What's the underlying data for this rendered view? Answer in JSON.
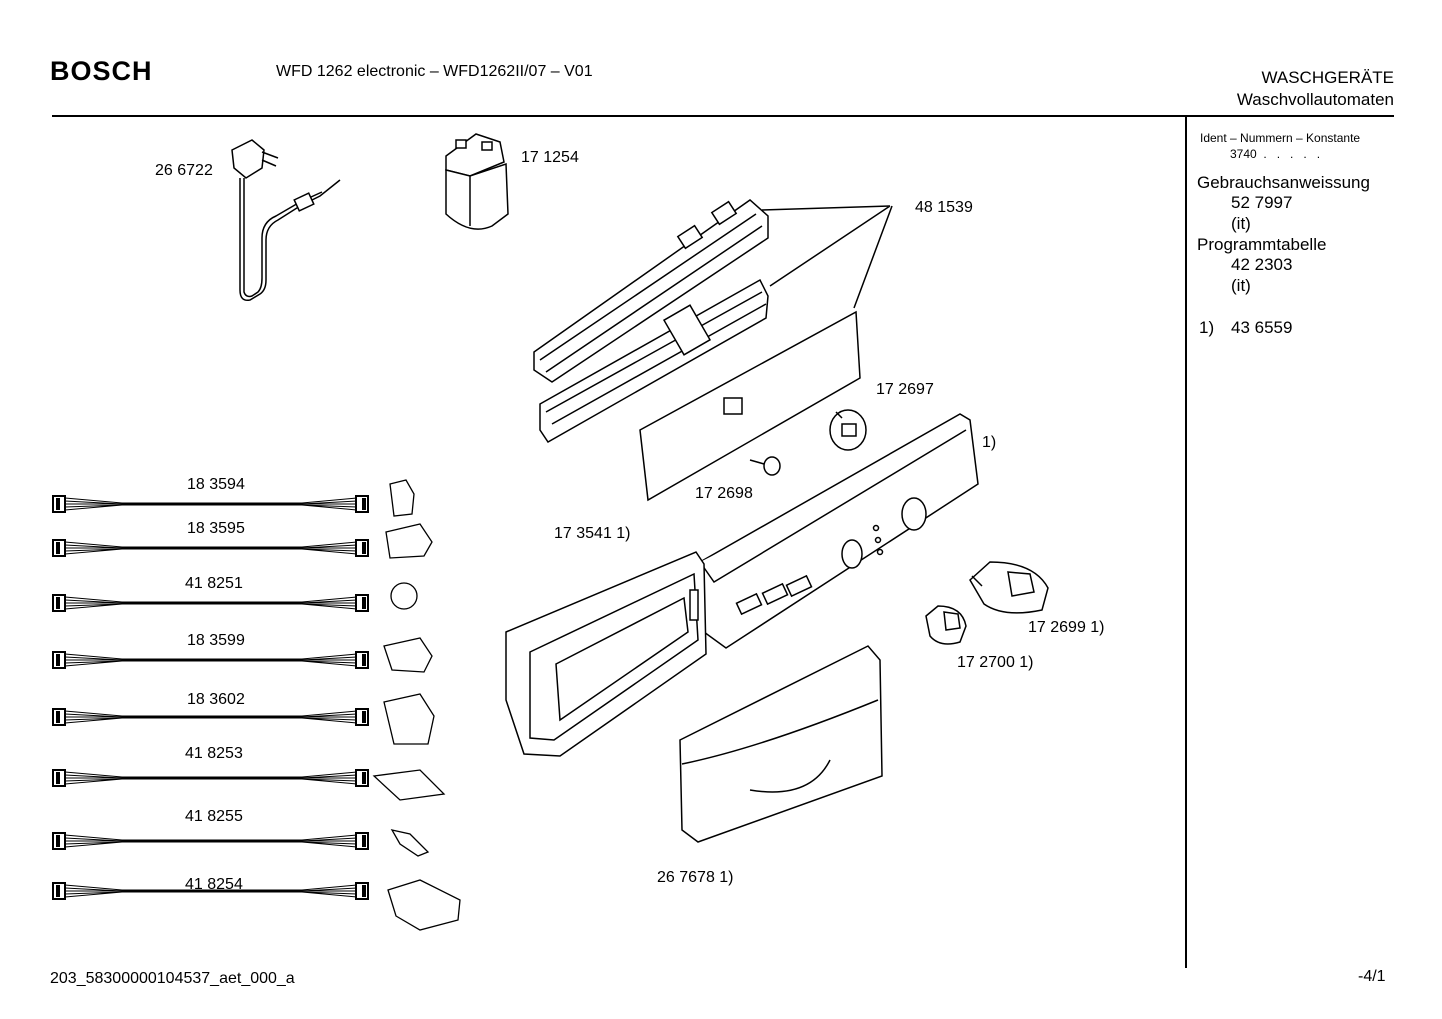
{
  "header": {
    "brand": "BOSCH",
    "model": "WFD 1262 electronic – WFD1262II/07 – V01",
    "category_line1": "WASCHGERÄTE",
    "category_line2": "Waschvollautomaten"
  },
  "sidebar": {
    "ident_label": "Ident – Nummern – Konstante",
    "ident_value": "3740  .   .   .   .   .",
    "manual_label": "Gebrauchsanweissung",
    "manual_number": "52 7997",
    "manual_lang": "(it)",
    "program_label": "Programmtabelle",
    "program_number": "42 2303",
    "program_lang": "(it)",
    "note_marker": "1)",
    "note_number": "43 6559"
  },
  "parts": {
    "power_cord": "26 6722",
    "filter": "17 1254",
    "module_group": "48 1539",
    "knob_disc": "17 2697",
    "panel_note": "1)",
    "spindle": "17 2698",
    "seal": "17 3541 1)",
    "knob_large": "17 2699 1)",
    "knob_small": "17 2700 1)",
    "drawer_handle": "26 7678 1)"
  },
  "cables": [
    {
      "number": "18 3594"
    },
    {
      "number": "18 3595"
    },
    {
      "number": "41 8251"
    },
    {
      "number": "18 3599"
    },
    {
      "number": "18 3602"
    },
    {
      "number": "41 8253"
    },
    {
      "number": "41 8255"
    },
    {
      "number": "41 8254"
    }
  ],
  "footer": {
    "doc_id": "203_58300000104537_aet_000_a",
    "page": "-4/1"
  }
}
